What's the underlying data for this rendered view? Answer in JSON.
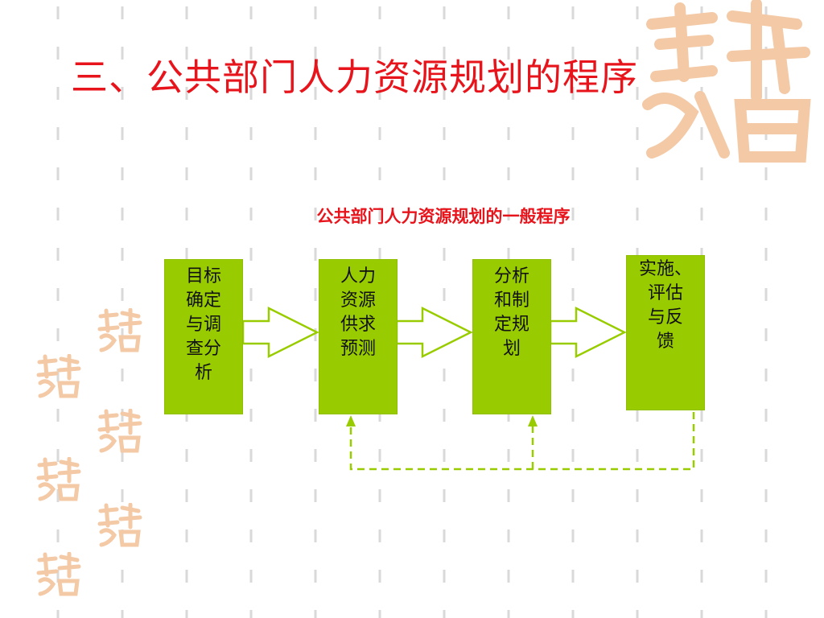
{
  "slide": {
    "title": "三、公共部门人力资源规划的程序",
    "diagram_title": "公共部门人力资源规划的一般程序"
  },
  "steps": [
    {
      "lines": [
        "目标",
        "确定",
        "与调",
        "查分",
        "析"
      ]
    },
    {
      "lines": [
        "人力",
        "资源",
        "供求",
        "预测"
      ]
    },
    {
      "lines": [
        "分析",
        "和制",
        "定规",
        "划"
      ]
    },
    {
      "lines": [
        "实施、",
        "评估",
        "与反",
        "馈"
      ]
    }
  ],
  "colors": {
    "title": "#e8141c",
    "box_fill": "#99cc00",
    "arrow_stroke": "#99cc00",
    "feedback_line": "#99cc00",
    "grid_mark": "#d9d9d9",
    "seal": "#f3c9a6"
  },
  "decorations": {
    "seal_icon": "chinese-auspicious-seal-icon"
  }
}
